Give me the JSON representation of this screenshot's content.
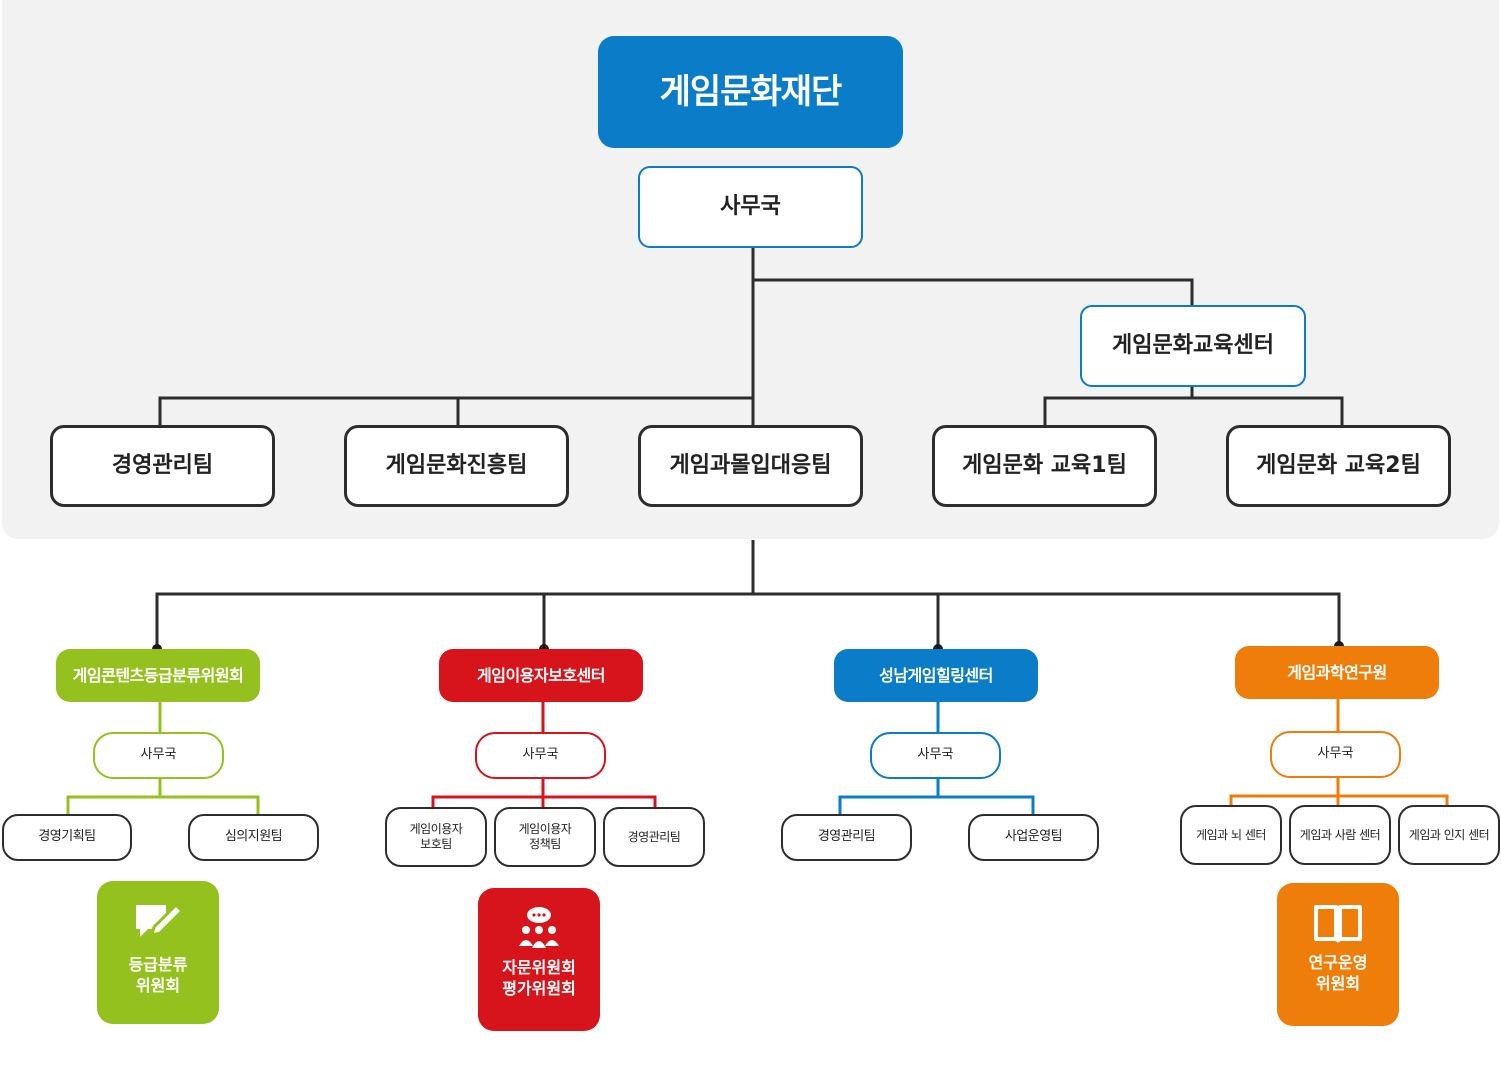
{
  "colors": {
    "blue": "#0a7cc8",
    "dark": "#2d2d2d",
    "green": "#95c11f",
    "red": "#d7141b",
    "orange": "#ee7d0a",
    "panel": "#f2f2f2"
  },
  "org": {
    "root": "게임문화재단",
    "secretariat": "사무국",
    "education_center": "게임문화교육센터",
    "teams": [
      "경영관리팀",
      "게임문화진흥팀",
      "게임과몰입대응팀",
      "게임문화 교육1팀",
      "게임문화 교육2팀"
    ]
  },
  "branches": [
    {
      "name": "게임콘텐츠등급분류위원회",
      "office": "사무국",
      "color": "green",
      "teams": [
        "경영기획팀",
        "심의지원팀"
      ],
      "badge": {
        "label": "등급분류\n위원회",
        "icon": "pencil-chat-icon"
      }
    },
    {
      "name": "게임이용자보호센터",
      "office": "사무국",
      "color": "red",
      "teams": [
        "게임이용자\n보호팀",
        "게임이용자\n정책팀",
        "경영관리팀"
      ],
      "badge": {
        "label": "자문위원회\n평가위원회",
        "icon": "people-chat-icon"
      }
    },
    {
      "name": "성남게임힐링센터",
      "office": "사무국",
      "color": "blue",
      "teams": [
        "경영관리팀",
        "사업운영팀"
      ]
    },
    {
      "name": "게임과학연구원",
      "office": "사무국",
      "color": "orange",
      "teams": [
        "게임과 뇌 센터",
        "게임과 사람 센터",
        "게임과 인지 센터"
      ],
      "badge": {
        "label": "연구운영\n위원회",
        "icon": "book-icon"
      }
    }
  ]
}
